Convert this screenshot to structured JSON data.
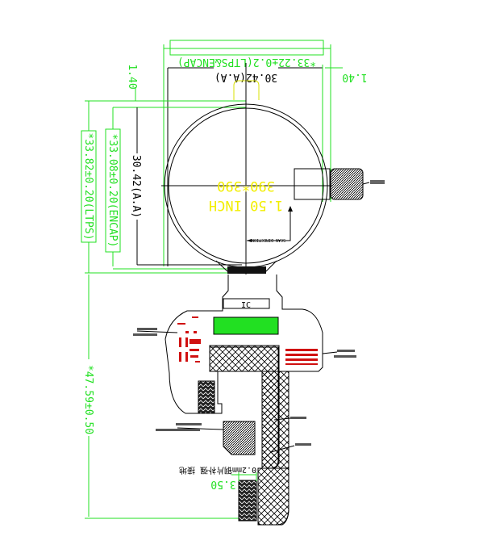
{
  "drawing": {
    "dim_width_total": "*33.22±0.2(LTPS&ENCAP)",
    "dim_width_aa": "30.42(A.A)",
    "dim_offset_right": "1.40",
    "dim_offset_top": "1.40",
    "dim_height_ltps": "*33.82±0.20(LTPS)",
    "dim_height_encap": "*33.08±0.20(ENCAP)",
    "dim_height_aa": "30.42(A.A)",
    "resolution": "390*390",
    "size": "1.50 INCH",
    "scan_direction": "SCAN DIRECTION",
    "ic_label": "IC",
    "dim_total_length": "*47.59±0.50",
    "dim_tail_width": "3.50",
    "stiffener_note": "0.2mm钢片补强 接地"
  },
  "colors": {
    "dimension": "#22e022",
    "outline": "#000000",
    "panel_text": "#f2ee00",
    "component": "#d01010",
    "ic_pad": "#22e022"
  }
}
